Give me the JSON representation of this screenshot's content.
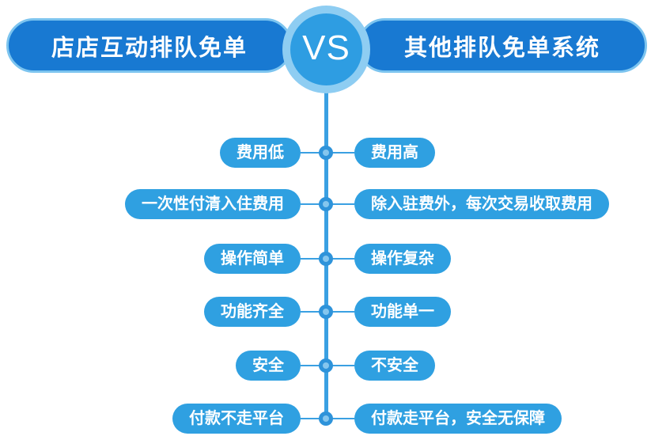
{
  "header": {
    "left_title": "店店互动排队免单",
    "vs_label": "VS",
    "right_title": "其他排队免单系统"
  },
  "comparison_rows": [
    {
      "left": "费用低",
      "right": "费用高"
    },
    {
      "left": "一次性付清入住费用",
      "right": "除入驻费外，每次交易收取费用"
    },
    {
      "left": "操作简单",
      "right": "操作复杂"
    },
    {
      "left": "功能齐全",
      "right": "功能单一"
    },
    {
      "left": "安全",
      "right": "不安全"
    },
    {
      "left": "付款不走平台",
      "right": "付款走平台，安全无保障"
    }
  ],
  "colors": {
    "banner_blue": "#1879d2",
    "banner_border": "#7cc4ef",
    "pill_blue": "#2fa0e1",
    "line_blue": "#3aa0e2",
    "dot_outer": "#2e93da",
    "dot_inner": "#85c6ee",
    "vs_ring": "#8ecdf2",
    "vs_fill": "#2e9de2",
    "text_white": "#ffffff"
  }
}
